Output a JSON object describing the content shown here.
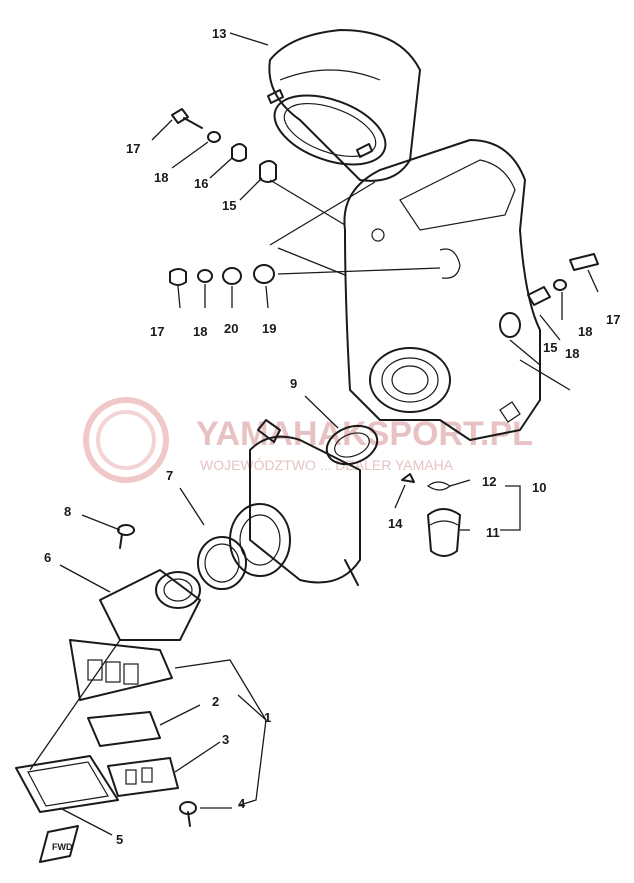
{
  "diagram": {
    "watermark": {
      "title": "YAMAHAKSPORT.PL",
      "subtitle": "WOJEWÓDZTWO ... DEALER YAMAHA"
    },
    "fwd_label": "FWD",
    "callouts": [
      "13",
      "17",
      "18",
      "16",
      "15",
      "17",
      "18",
      "20",
      "19",
      "18",
      "17",
      "15",
      "18",
      "9",
      "12",
      "10",
      "14",
      "11",
      "7",
      "8",
      "6",
      "2",
      "1",
      "3",
      "4",
      "5"
    ]
  }
}
